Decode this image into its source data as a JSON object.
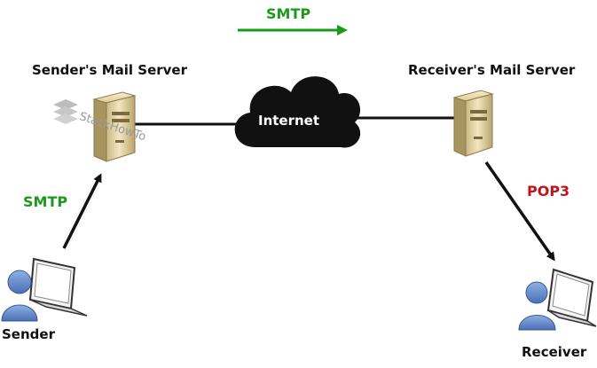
{
  "top_protocol": {
    "label": "SMTP",
    "color": "#1a9a1a"
  },
  "sender_server": {
    "label": "Sender's Mail Server"
  },
  "receiver_server": {
    "label": "Receiver's Mail Server"
  },
  "internet": {
    "label": "Internet"
  },
  "left_protocol": {
    "label": "SMTP",
    "color": "#1a9a1a"
  },
  "right_protocol": {
    "label": "POP3",
    "color": "#c0141c"
  },
  "sender": {
    "label": "Sender"
  },
  "receiver": {
    "label": "Receiver"
  },
  "watermark": {
    "text": "StackHowTo"
  },
  "colors": {
    "arrow": "#111111",
    "link": "#111111",
    "cloud": "#111111",
    "server_body": "#ead9a8",
    "person": "#6b8fd0"
  }
}
